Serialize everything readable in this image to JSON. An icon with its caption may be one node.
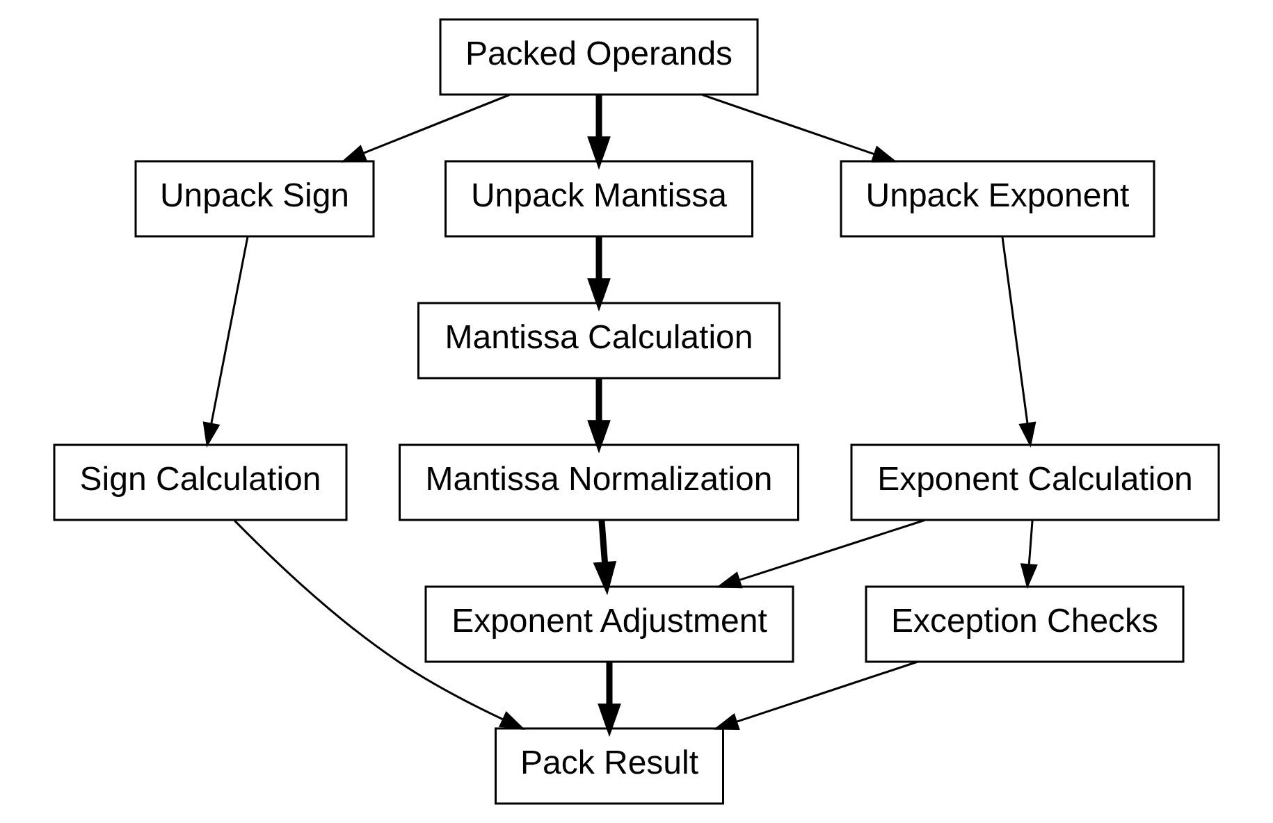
{
  "diagram": {
    "nodes": [
      {
        "text": [
          "Packed Operands"
        ]
      },
      {
        "text": [
          "Unpack Sign"
        ]
      },
      {
        "text": [
          "Unpack Mantissa"
        ]
      },
      {
        "text": [
          "Unpack Exponent"
        ]
      },
      {
        "text": [
          "Sign Calculation"
        ]
      },
      {
        "text": [
          "Mantissa Calculation"
        ]
      },
      {
        "text": [
          "Exponent Calculation"
        ]
      },
      {
        "text": [
          "Mantissa Normalization"
        ]
      },
      {
        "text": [
          "Exception Checks"
        ]
      },
      {
        "text": [
          "Exponent Adjustment"
        ]
      },
      {
        "text": [
          "Pack Result"
        ]
      }
    ],
    "edges": [
      {
        "from": 0,
        "to": 1,
        "arrow": "to"
      },
      {
        "from": 0,
        "to": 2,
        "arrow": "to",
        "style": "thick"
      },
      {
        "from": 0,
        "to": 3,
        "arrow": "to"
      },
      {
        "from": 1,
        "to": 4,
        "arrow": "to"
      },
      {
        "from": 2,
        "to": 5,
        "arrow": "to",
        "style": "thick"
      },
      {
        "from": 3,
        "to": 6,
        "arrow": "to"
      },
      {
        "from": 5,
        "to": 7,
        "arrow": "to",
        "style": "thick"
      },
      {
        "from": 6,
        "to": 9,
        "arrow": "to"
      },
      {
        "from": 6,
        "to": 8,
        "arrow": "to"
      },
      {
        "from": 7,
        "to": 9,
        "arrow": "to",
        "style": "thick"
      },
      {
        "from": 9,
        "to": 10,
        "arrow": "to",
        "style": "thick"
      },
      {
        "from": 4,
        "to": 10,
        "arrow": "to"
      },
      {
        "from": 8,
        "to": 10,
        "arrow": "to"
      }
    ]
  }
}
